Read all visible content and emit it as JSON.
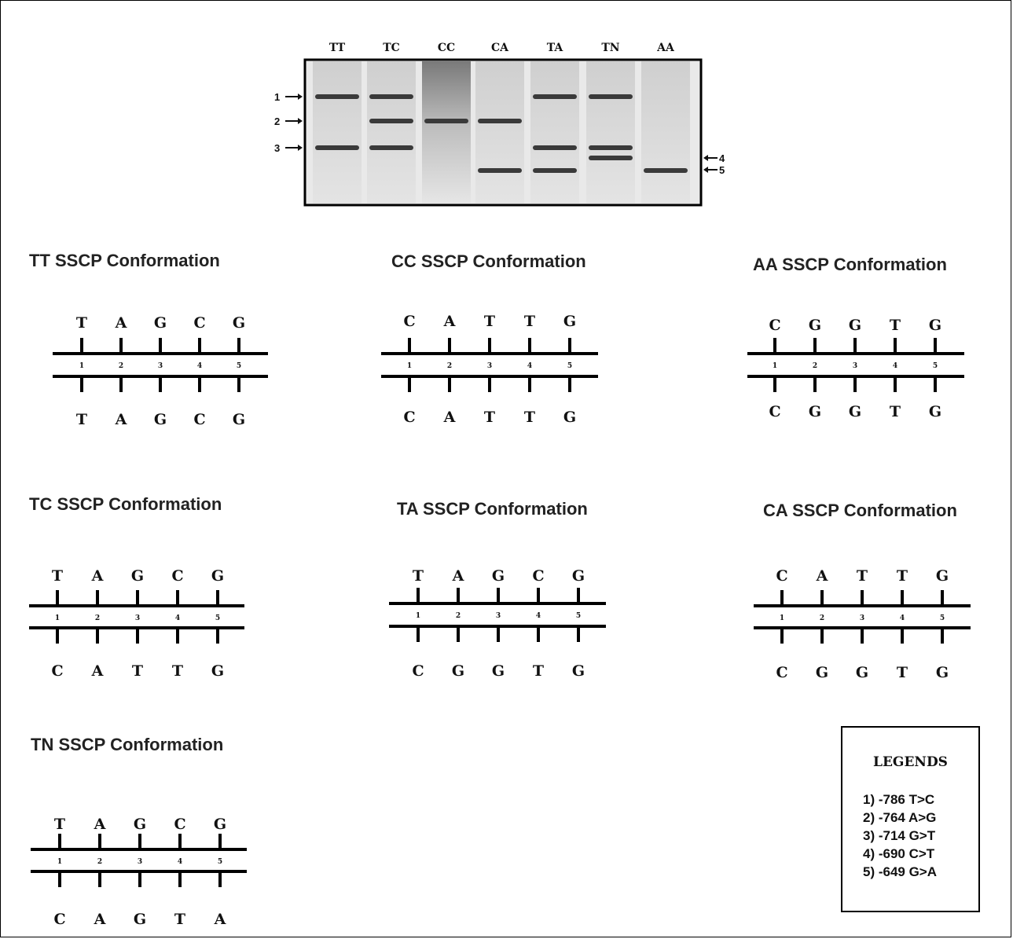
{
  "gel": {
    "lanes": [
      {
        "label": "TT",
        "bands": [
          1,
          3
        ]
      },
      {
        "label": "TC",
        "bands": [
          1,
          2,
          3
        ]
      },
      {
        "label": "CC",
        "bands": [
          2
        ]
      },
      {
        "label": "CA",
        "bands": [
          2,
          5
        ]
      },
      {
        "label": "TA",
        "bands": [
          1,
          3,
          5
        ]
      },
      {
        "label": "TN",
        "bands": [
          1,
          3,
          4
        ]
      },
      {
        "label": "AA",
        "bands": [
          5
        ]
      }
    ],
    "left_markers": [
      "1",
      "2",
      "3"
    ],
    "right_markers": [
      "4",
      "5"
    ]
  },
  "panels": [
    {
      "id": "tt",
      "title": "TT SSCP Conformation",
      "top_bases": [
        "T",
        "A",
        "G",
        "C",
        "G"
      ],
      "bottom_bases": [
        "T",
        "A",
        "G",
        "C",
        "G"
      ],
      "positions": [
        "1",
        "2",
        "3",
        "4",
        "5"
      ]
    },
    {
      "id": "cc",
      "title": "CC SSCP Conformation",
      "top_bases": [
        "C",
        "A",
        "T",
        "T",
        "G"
      ],
      "bottom_bases": [
        "C",
        "A",
        "T",
        "T",
        "G"
      ],
      "positions": [
        "1",
        "2",
        "3",
        "4",
        "5"
      ]
    },
    {
      "id": "aa",
      "title": "AA SSCP Conformation",
      "top_bases": [
        "C",
        "G",
        "G",
        "T",
        "G"
      ],
      "bottom_bases": [
        "C",
        "G",
        "G",
        "T",
        "G"
      ],
      "positions": [
        "1",
        "2",
        "3",
        "4",
        "5"
      ]
    },
    {
      "id": "tc",
      "title": "TC SSCP Conformation",
      "top_bases": [
        "T",
        "A",
        "G",
        "C",
        "G"
      ],
      "bottom_bases": [
        "C",
        "A",
        "T",
        "T",
        "G"
      ],
      "positions": [
        "1",
        "2",
        "3",
        "4",
        "5"
      ]
    },
    {
      "id": "ta",
      "title": "TA SSCP Conformation",
      "top_bases": [
        "T",
        "A",
        "G",
        "C",
        "G"
      ],
      "bottom_bases": [
        "C",
        "G",
        "G",
        "T",
        "G"
      ],
      "positions": [
        "1",
        "2",
        "3",
        "4",
        "5"
      ]
    },
    {
      "id": "ca",
      "title": "CA SSCP Conformation",
      "top_bases": [
        "C",
        "A",
        "T",
        "T",
        "G"
      ],
      "bottom_bases": [
        "C",
        "G",
        "G",
        "T",
        "G"
      ],
      "positions": [
        "1",
        "2",
        "3",
        "4",
        "5"
      ]
    },
    {
      "id": "tn",
      "title": "TN SSCP Conformation",
      "top_bases": [
        "T",
        "A",
        "G",
        "C",
        "G"
      ],
      "bottom_bases": [
        "C",
        "A",
        "G",
        "T",
        "A"
      ],
      "positions": [
        "1",
        "2",
        "3",
        "4",
        "5"
      ]
    }
  ],
  "legend": {
    "title": "LEGENDS",
    "items": [
      "1) -786 T>C",
      "2) -764 A>G",
      "3) -714 G>T",
      "4) -690 C>T",
      "5) -649 G>A"
    ]
  }
}
